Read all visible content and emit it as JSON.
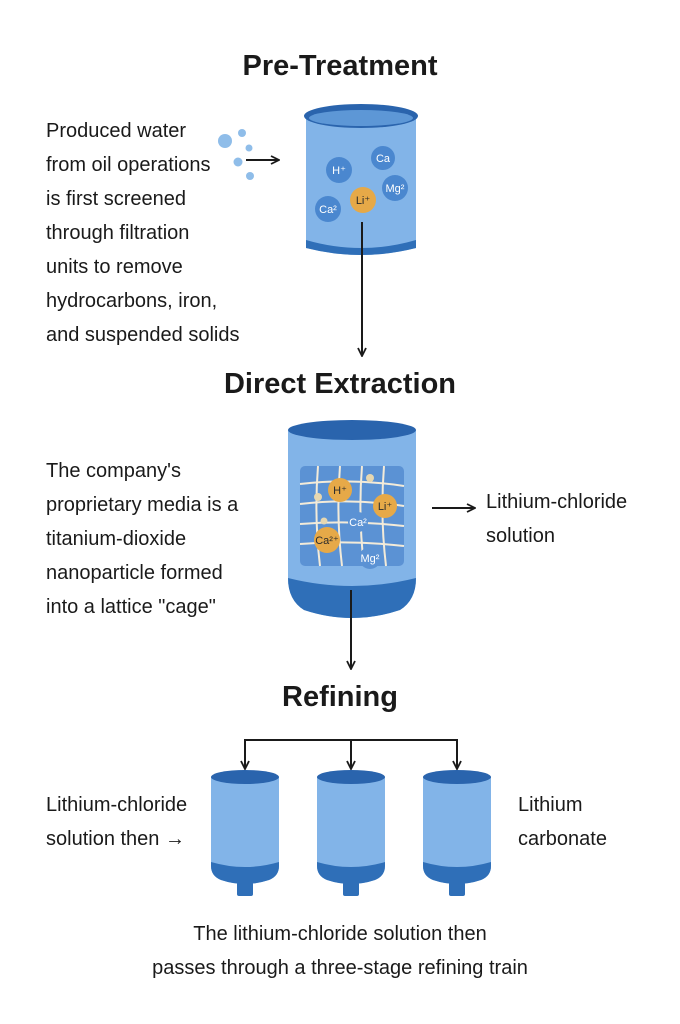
{
  "sections": {
    "pretreatment": {
      "title": "Pre-Treatment",
      "description": [
        "Produced water",
        "from oil operations",
        "is first screened",
        "through filtration",
        "units to remove",
        "hydrocarbons, iron,",
        "and suspended solids"
      ],
      "ions": [
        "H⁺",
        "Ca",
        "Mg²",
        "Ca²",
        "Li⁺"
      ]
    },
    "extraction": {
      "title": "Direct Extraction",
      "description": [
        "The company's",
        "proprietary media is a",
        "titanium-dioxide",
        "nanoparticle formed",
        "into a lattice \"cage\""
      ],
      "ions": [
        "H⁺",
        "Li⁺",
        "Ca²",
        "Ca²⁺",
        "Mg²"
      ],
      "output_label": [
        "Lithium-chloride",
        "solution"
      ]
    },
    "refining": {
      "title": "Refining",
      "input_label": [
        "Lithium-chloride",
        "solution then →"
      ],
      "output_label": [
        "Lithium",
        "carbonate"
      ],
      "caption": [
        "The lithium-chloride solution then",
        "passes through a three-stage refining train"
      ]
    }
  },
  "colors": {
    "tank_body": "#82b4e8",
    "tank_dark": "#2f6fb8",
    "tank_rim": "#2a64ad",
    "ion_blue": "#4a87cf",
    "ion_gold": "#e6a948",
    "lattice_bg": "#5b92d4",
    "arrow": "#1a1a1a"
  }
}
